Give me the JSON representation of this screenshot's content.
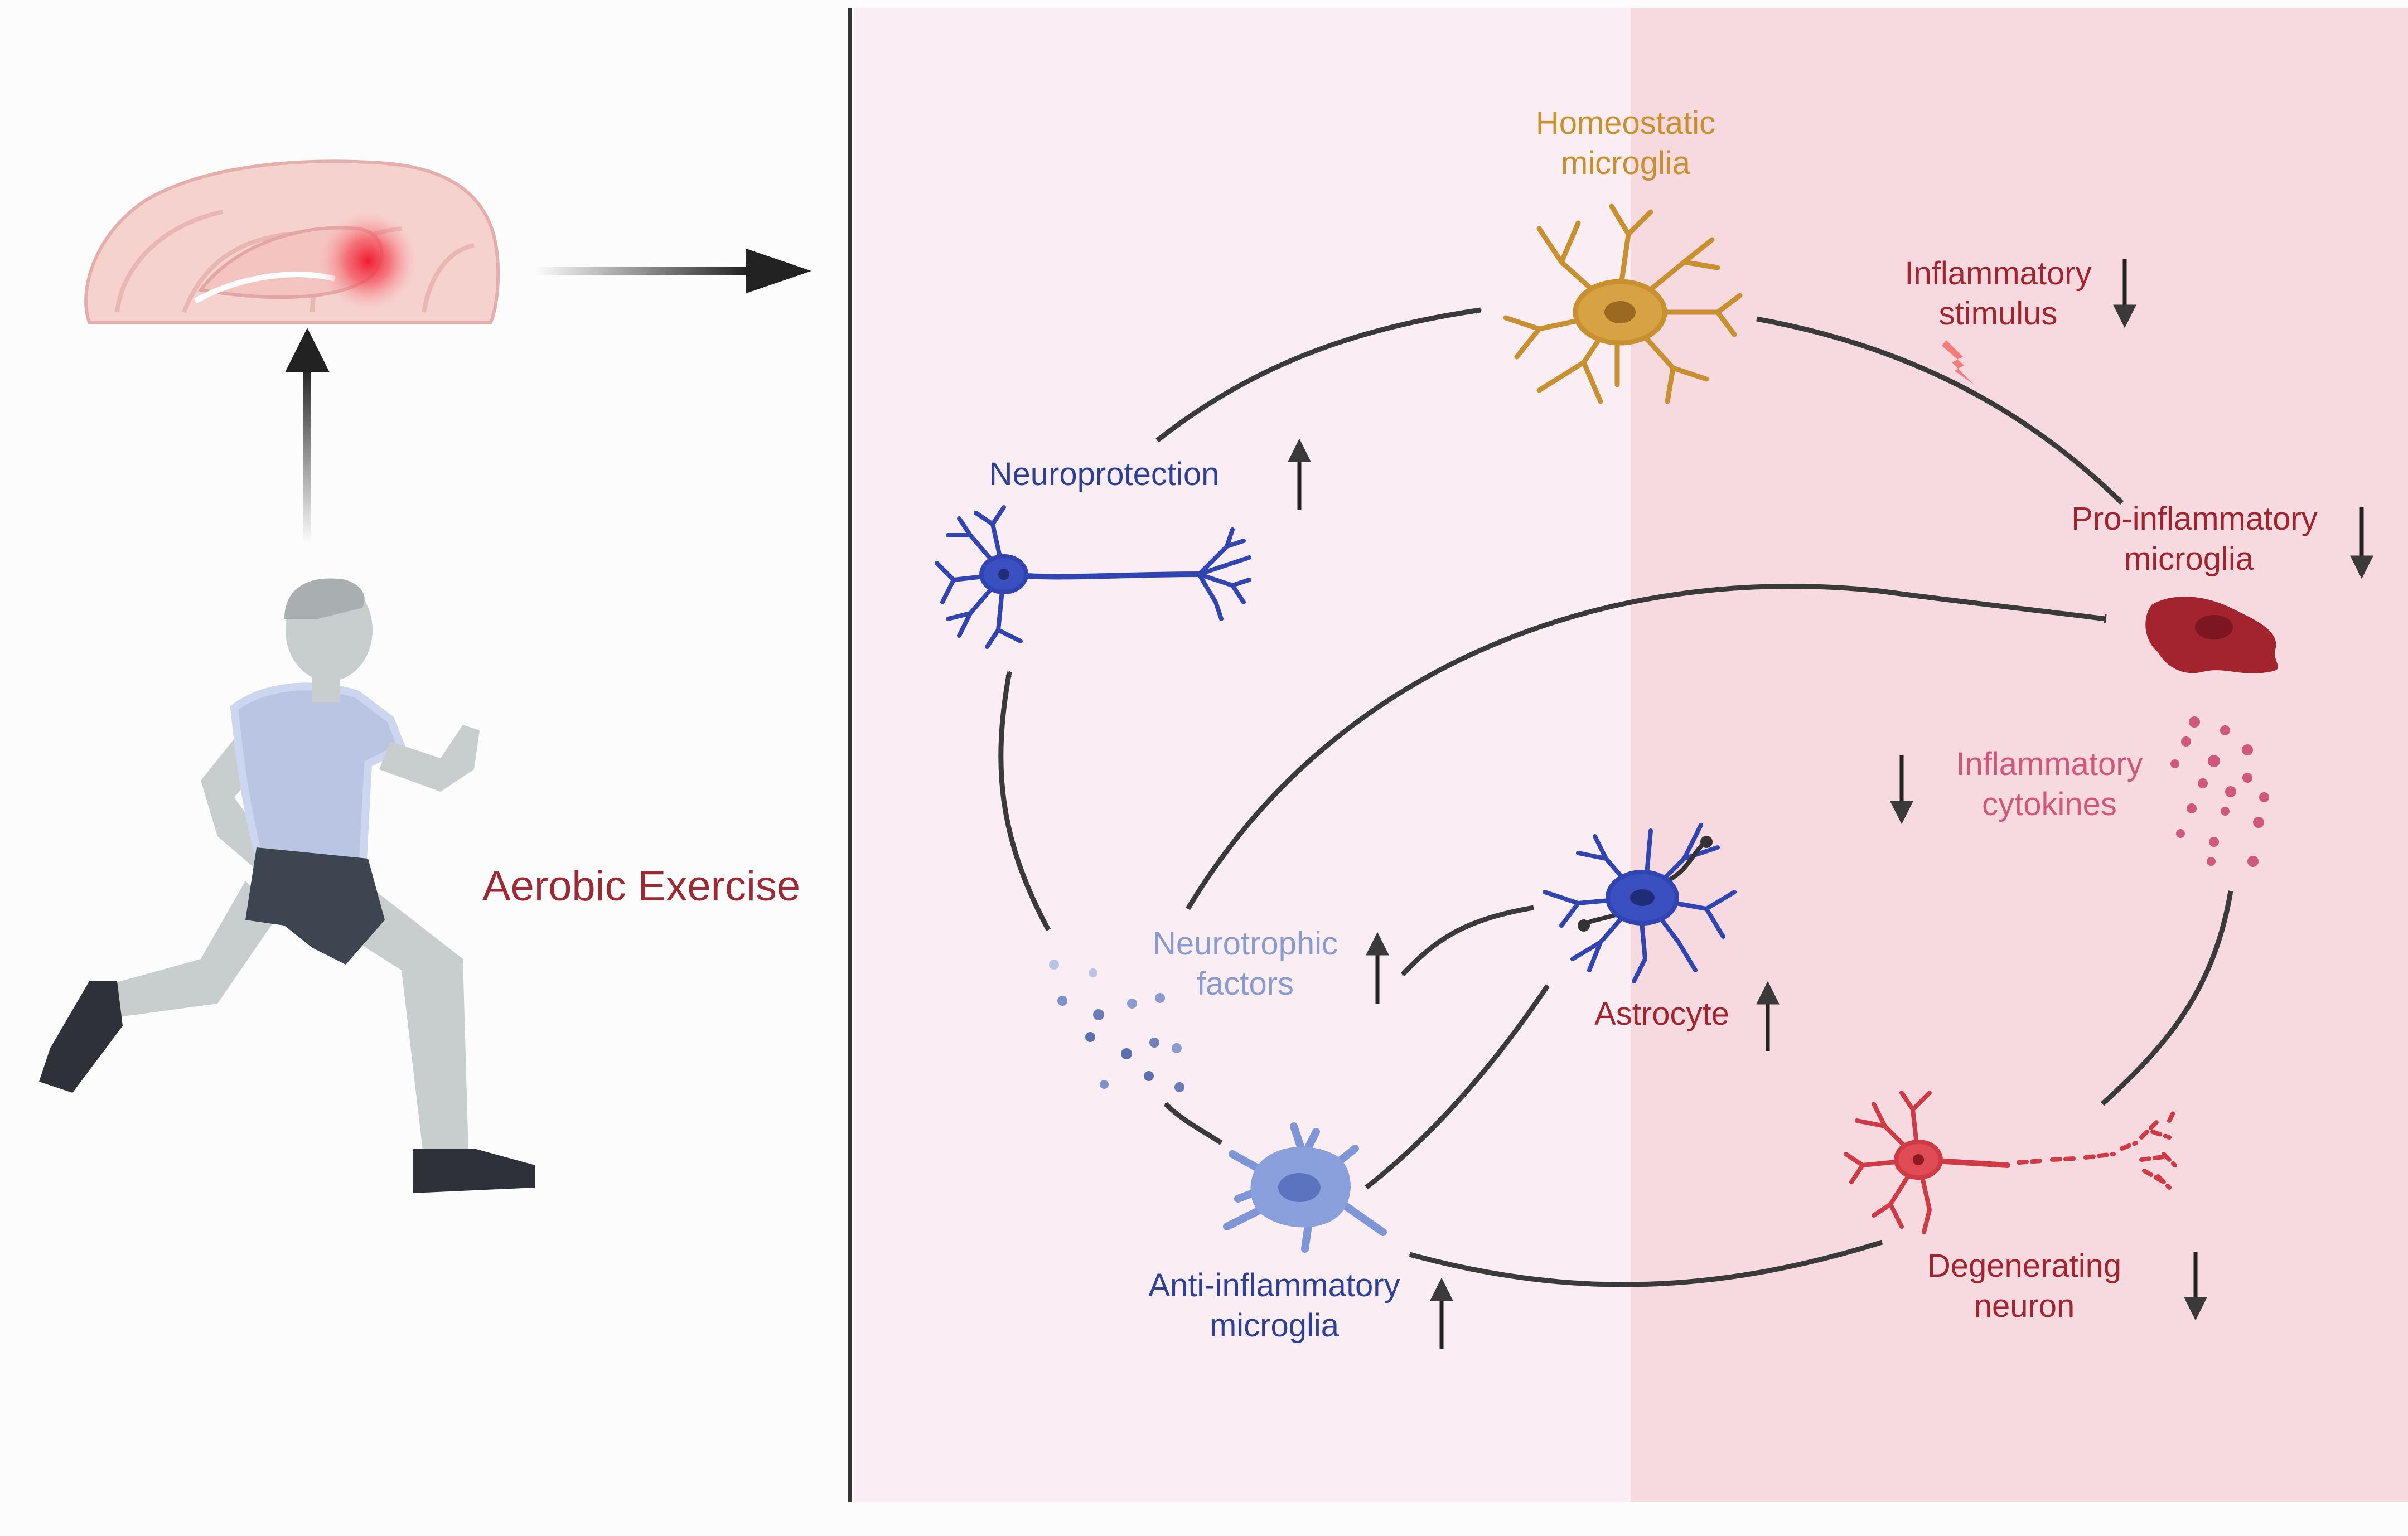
{
  "left_panel": {
    "exercise_label": "Aerobic Exercise"
  },
  "right_panel": {
    "labels": {
      "homeostatic": [
        "Homeostatic",
        "microglia"
      ],
      "inflammatory_stimulus": [
        "Inflammatory",
        "stimulus"
      ],
      "pro_inflammatory": [
        "Pro-inflammatory",
        "microglia"
      ],
      "inflammatory_cytokines": [
        "Inflammatory",
        "cytokines"
      ],
      "degenerating_neuron": [
        "Degenerating",
        "neuron"
      ],
      "anti_inflammatory": [
        "Anti-inflammatory",
        "microglia"
      ],
      "astrocyte": "Astrocyte",
      "neurotrophic_factors": [
        "Neurotrophic",
        "factors"
      ],
      "neuroprotection": "Neuroprotection"
    },
    "trends": {
      "inflammatory_stimulus": "down",
      "pro_inflammatory": "down",
      "inflammatory_cytokines": "down",
      "degenerating_neuron": "down",
      "anti_inflammatory": "up",
      "astrocyte": "up",
      "neurotrophic_factors": "up",
      "neuroprotection": "up"
    }
  },
  "colors": {
    "left_bg": "#fdfcfd",
    "light_pink_bg": "#faeef4",
    "dark_pink_bg": "#f6dadf",
    "divider": "#333333",
    "arrow": "#3a3a3a",
    "exercise_text": "#9b2a35",
    "homeostatic": "#c8902e",
    "pro_inflammatory": "#a3232e",
    "cytokines": "#d0577e",
    "neuroprotection": "#2e3f96",
    "neuron_blue": "#3145b2",
    "anti_inflammatory_cell": "#7f96d6",
    "neurotrophic": "#8a9bcd",
    "runner_skin": "#c7cccc",
    "runner_shirt": "#b9c4e4",
    "runner_shorts": "#3c4550",
    "runner_shoes": "#2d3036",
    "brain": "#f4c9c6"
  }
}
